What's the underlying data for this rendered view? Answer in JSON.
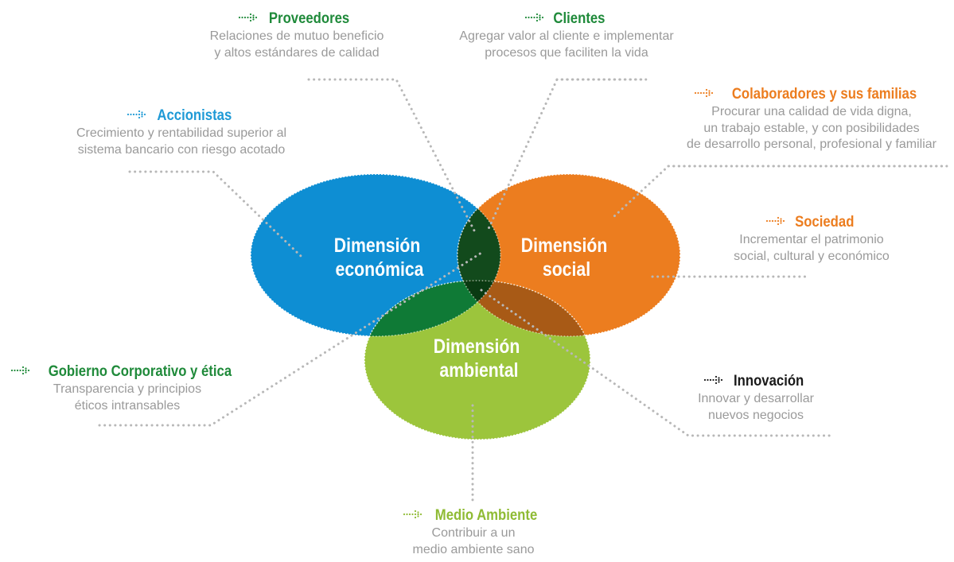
{
  "colors": {
    "economic": "#0e8ed3",
    "social": "#ec7d1f",
    "environmental": "#9cc53c",
    "overlap_econ_env": "#0f7a36",
    "overlap_econ_social": "#124a1c",
    "overlap_social_env": "#a85a16",
    "center": "#0a3a12",
    "accionistas": "#1f9ad6",
    "proveedores": "#1f8a3a",
    "clientes": "#1f8a3a",
    "colaboradores": "#ec7d1f",
    "sociedad": "#ec7d1f",
    "gobierno": "#1f8a3a",
    "innovacion": "#1a1a1a",
    "medio_ambiente": "#8fbb34",
    "dots": "#b8b8b8"
  },
  "circles": {
    "economic": [
      "Dimensión",
      "económica"
    ],
    "social": [
      "Dimensión",
      "social"
    ],
    "environmental": [
      "Dimensión",
      "ambiental"
    ]
  },
  "stakeholders": {
    "proveedores": {
      "title": "Proveedores",
      "desc": [
        "Relaciones de mutuo beneficio",
        "y altos estándares de calidad"
      ],
      "arrow": "arrow-icon"
    },
    "clientes": {
      "title": "Clientes",
      "desc": [
        "Agregar valor al cliente e implementar",
        "procesos que faciliten la vida"
      ],
      "arrow": "arrow-icon"
    },
    "accionistas": {
      "title": "Accionistas",
      "desc": [
        "Crecimiento y rentabilidad superior al",
        "sistema bancario con riesgo acotado"
      ],
      "arrow": "arrow-icon"
    },
    "colaboradores": {
      "title": "Colaboradores y sus familias",
      "desc": [
        "Procurar una calidad de vida digna,",
        "un trabajo estable, y con posibilidades",
        "de desarrollo personal, profesional y familiar"
      ],
      "arrow": "arrow-icon"
    },
    "sociedad": {
      "title": "Sociedad",
      "desc": [
        "Incrementar el patrimonio",
        "social, cultural y económico"
      ],
      "arrow": "arrow-icon"
    },
    "gobierno": {
      "title": "Gobierno Corporativo y ética",
      "desc": [
        "Transparencia y principios",
        "éticos intransables"
      ],
      "arrow": "arrow-icon"
    },
    "innovacion": {
      "title": "Innovación",
      "desc": [
        "Innovar y desarrollar",
        "nuevos negocios"
      ],
      "arrow": "arrow-icon"
    },
    "medio_ambiente": {
      "title": "Medio Ambiente",
      "desc": [
        "Contribuir a un",
        "medio ambiente sano"
      ],
      "arrow": "arrow-icon"
    }
  }
}
